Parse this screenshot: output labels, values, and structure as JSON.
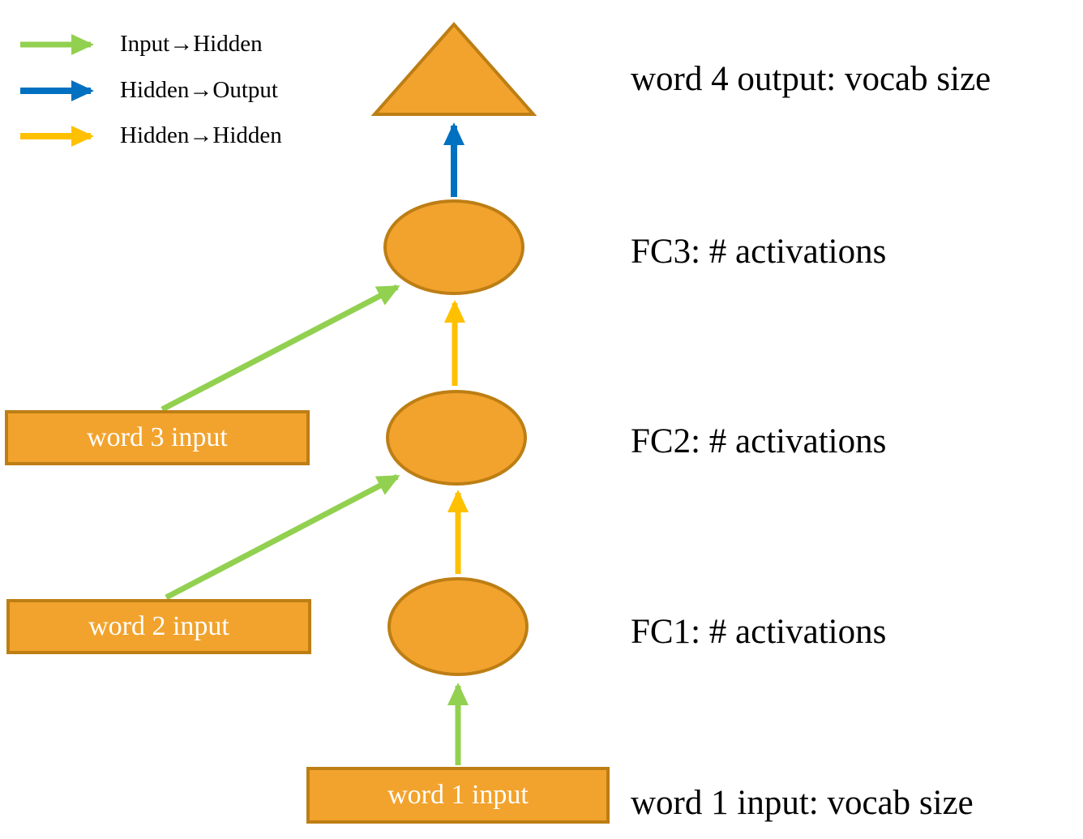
{
  "legend": {
    "items": [
      {
        "label": "Input→Hidden",
        "type": "input-to-hidden"
      },
      {
        "label": "Hidden→Output",
        "type": "hidden-to-output"
      },
      {
        "label": "Hidden→Hidden",
        "type": "hidden-to-hidden"
      }
    ]
  },
  "inputs": {
    "word1": {
      "label": "word 1 input"
    },
    "word2": {
      "label": "word 2 input"
    },
    "word3": {
      "label": "word 3 input"
    }
  },
  "annotations": {
    "output": "word 4 output: vocab size",
    "fc3": "FC3: # activations",
    "fc2": "FC2: # activations",
    "fc1": "FC1: # activations",
    "word1": "word 1 input: vocab size"
  },
  "colors": {
    "shape_fill": "#F2A32D",
    "shape_stroke": "#BD7E14",
    "input_hidden": "#92D050",
    "hidden_output": "#0070C0",
    "hidden_hidden": "#FFC000",
    "text": "#000000",
    "box_text": "#FFFFFF"
  }
}
